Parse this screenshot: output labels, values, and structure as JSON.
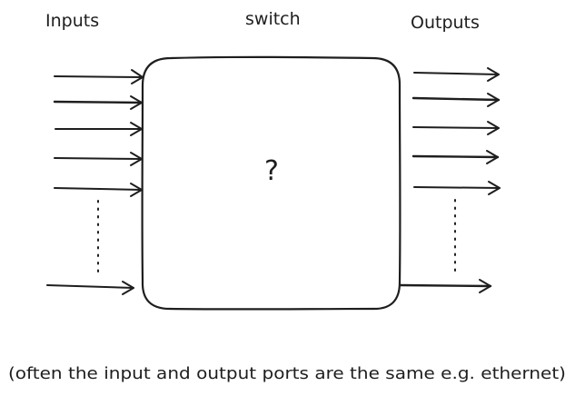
{
  "labels": {
    "inputs": "Inputs",
    "switch": "switch",
    "outputs": "Outputs",
    "unknown": "?",
    "caption": "(often the input and output ports are the same e.g. ethernet)"
  },
  "colors": {
    "ink": "#1e1e1e",
    "background": "#ffffff"
  }
}
